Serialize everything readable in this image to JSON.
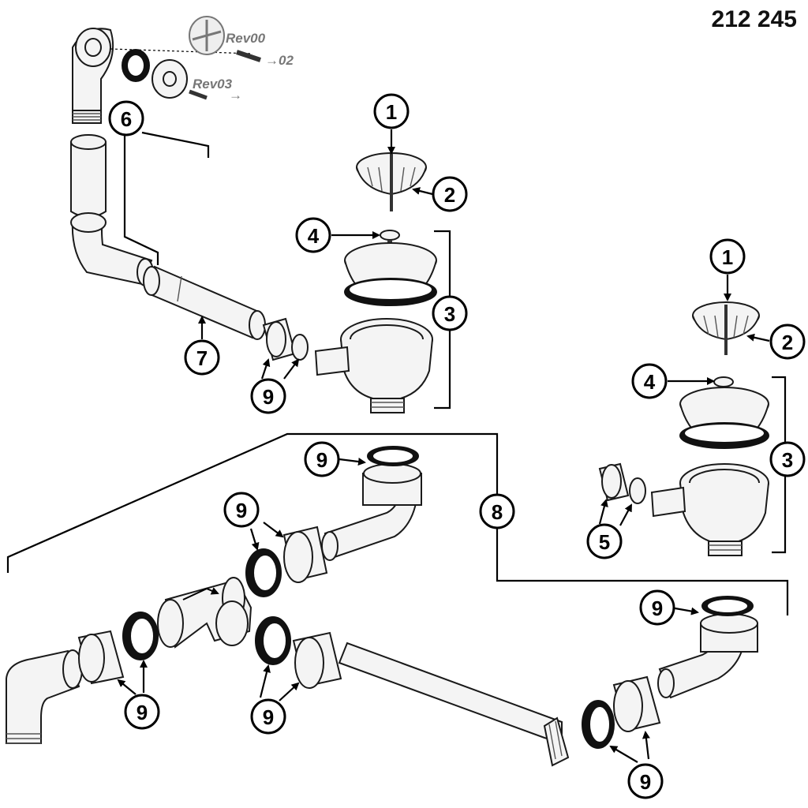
{
  "document": {
    "model_number": "212 245",
    "revision_labels": {
      "rev_a": "Rev00",
      "rev_a_arrow": "→02",
      "rev_b": "Rev03",
      "rev_b_arrow": "→"
    },
    "callouts": [
      "1",
      "2",
      "3",
      "4",
      "5",
      "6",
      "7",
      "8",
      "9"
    ]
  }
}
